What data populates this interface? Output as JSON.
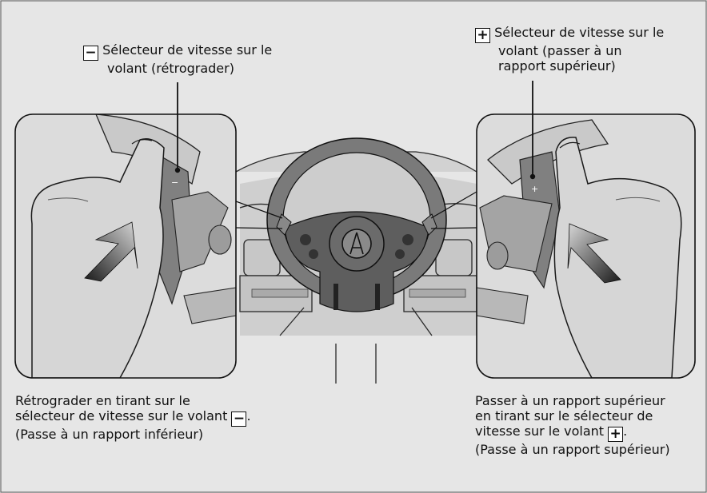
{
  "labels": {
    "downshift_paddle": {
      "symbol": "−",
      "lines": [
        "Sélecteur de vitesse sur le",
        "volant (rétrograder)"
      ]
    },
    "upshift_paddle": {
      "symbol": "+",
      "lines": [
        "Sélecteur de vitesse sur le",
        "volant (passer à un",
        "rapport supérieur)"
      ]
    }
  },
  "captions": {
    "downshift": {
      "line1": "Rétrograder en tirant sur le",
      "line2": "sélecteur de vitesse sur le volant ",
      "line2_symbol": "−",
      "line2_end": ".",
      "line3": "(Passe à un rapport inférieur)"
    },
    "upshift": {
      "line1": "Passer à un rapport supérieur",
      "line2": "en tirant sur le sélecteur de",
      "line3": "vitesse sur le volant ",
      "line3_symbol": "+",
      "line3_end": ".",
      "line4": "(Passe à un rapport supérieur)"
    }
  },
  "marks": {
    "left_paddle": "−",
    "right_paddle": "+"
  },
  "colors": {
    "background": "#e6e6e6",
    "arrow_dark": "#1a1a1a",
    "arrow_light": "#d8d8d8",
    "paddle": "#808080"
  }
}
